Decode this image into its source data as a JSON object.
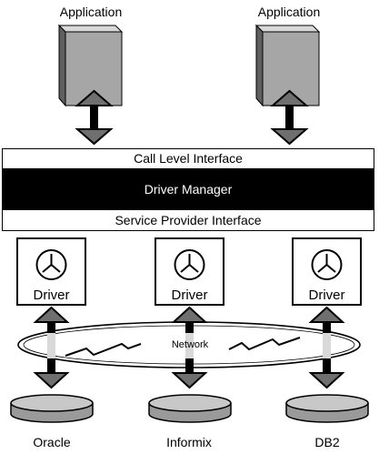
{
  "applications": [
    {
      "label": "Application"
    },
    {
      "label": "Application"
    }
  ],
  "layers": {
    "call_level_interface": "Call Level Interface",
    "driver_manager": "Driver Manager",
    "service_provider_interface": "Service Provider Interface"
  },
  "drivers": [
    {
      "label": "Driver"
    },
    {
      "label": "Driver"
    },
    {
      "label": "Driver"
    }
  ],
  "network": {
    "label": "Network"
  },
  "databases": [
    {
      "label": "Oracle"
    },
    {
      "label": "Informix"
    },
    {
      "label": "DB2"
    }
  ],
  "colors": {
    "server_front": "#a6a6a6",
    "server_side": "#5f5f5f",
    "server_top": "#d8d8d8",
    "arrow_head": "#6f6f6f",
    "driver_manager_bg": "#000000",
    "network_stripe": "#d9d9d9",
    "database_side": "#9a9a9a",
    "database_top": "#c8c8c8"
  }
}
